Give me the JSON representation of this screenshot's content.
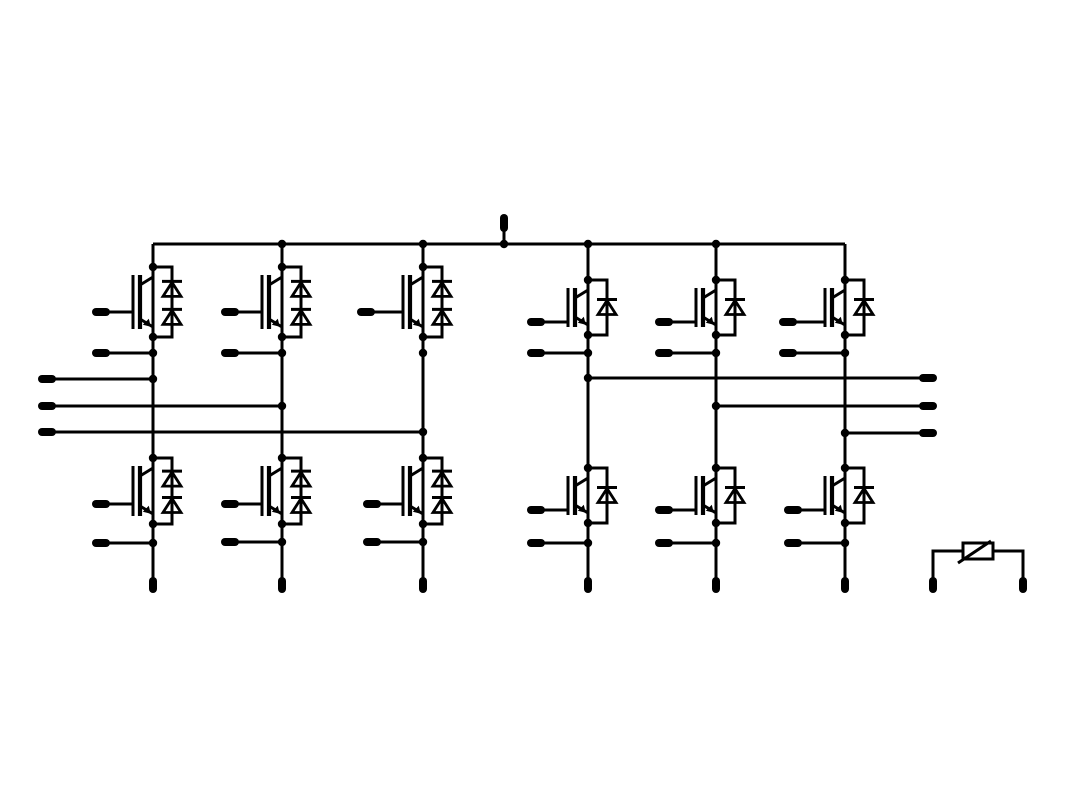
{
  "diagram": {
    "kind": "power-module-schematic",
    "stroke_color": "#000000",
    "background_color": "#ffffff",
    "leg_groups": [
      {
        "name": "left-bridge",
        "legs": 3,
        "switch": "igbt",
        "antiparallel_diodes": 2,
        "output_terminals": 3
      },
      {
        "name": "right-bridge",
        "legs": 3,
        "switch": "igbt",
        "antiparallel_diodes": 1,
        "output_terminals": 3
      }
    ],
    "dc_positive_terminal": "top",
    "thermistor": "ntc"
  }
}
